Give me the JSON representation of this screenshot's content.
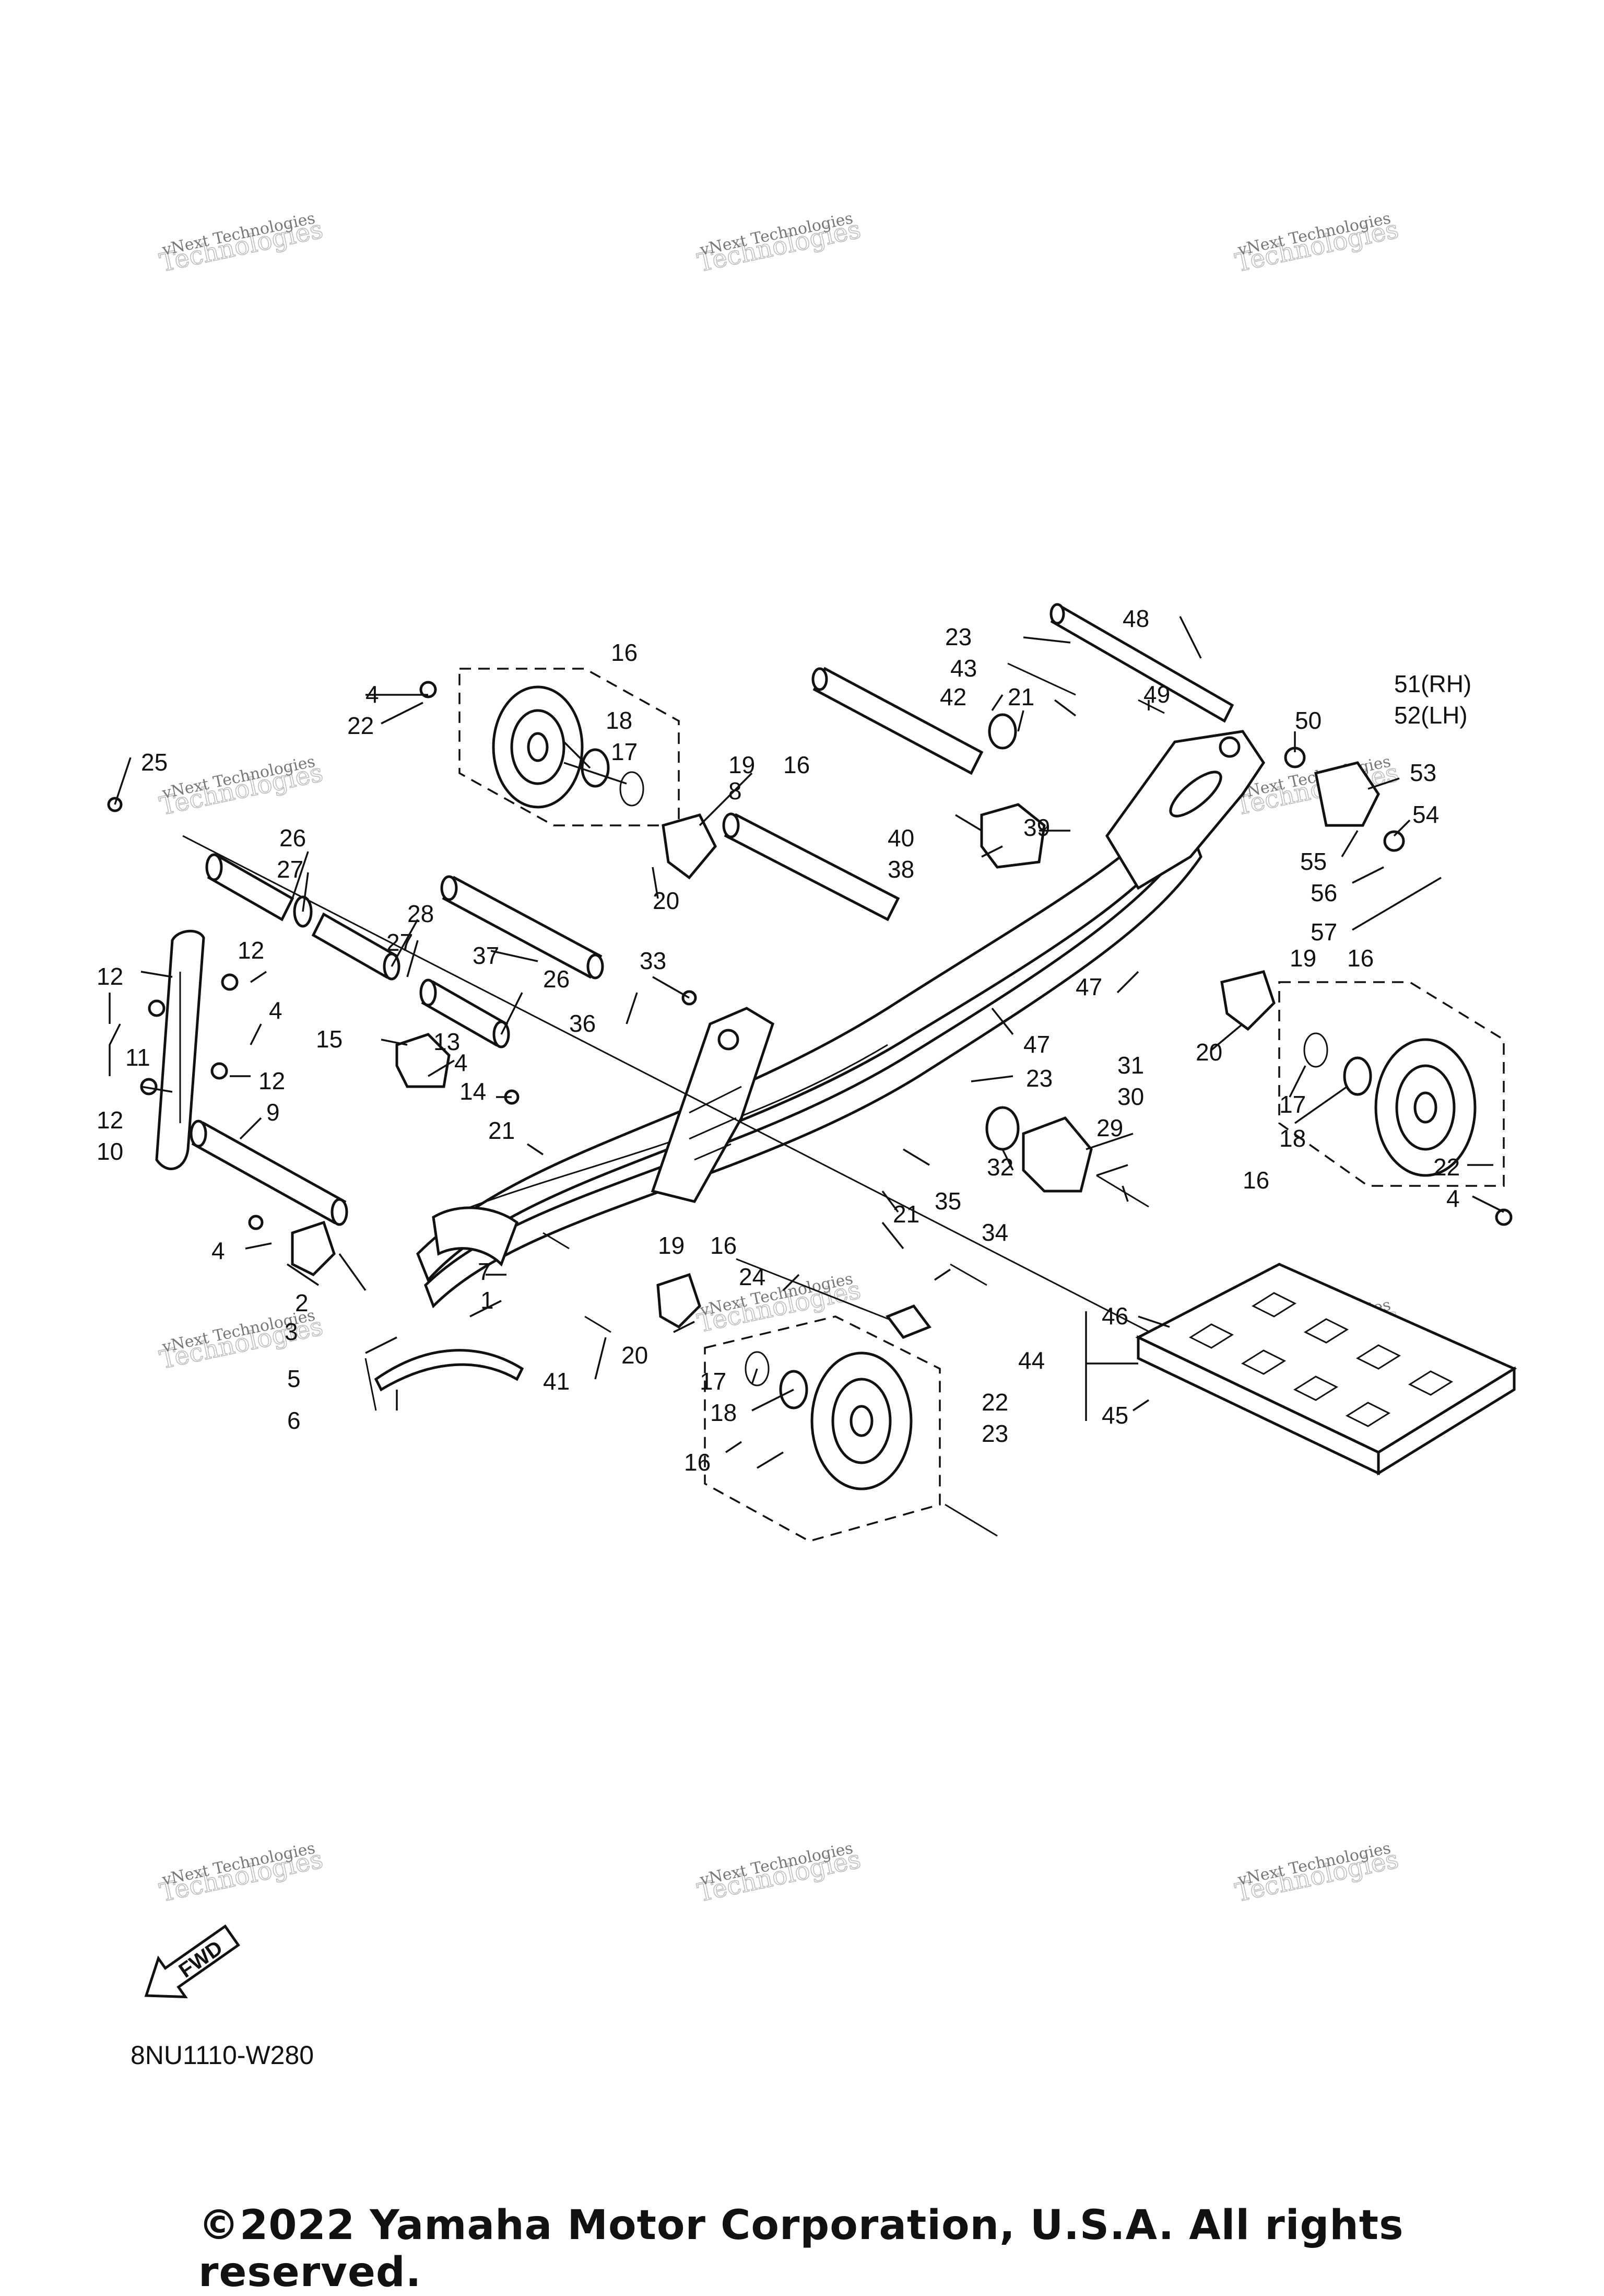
{
  "diagram": {
    "code": "8NU1110-W280",
    "copyright": "©2022 Yamaha Motor Corporation, U.S.A. All rights reserved.",
    "fwd_label": "FWD",
    "watermark": {
      "line1": "vNext Technologies",
      "line2": "vNext",
      "line3": "Technologies"
    },
    "callouts": [
      "1",
      "2",
      "3",
      "4",
      "5",
      "6",
      "7",
      "8",
      "9",
      "10",
      "11",
      "12",
      "13",
      "14",
      "15",
      "16",
      "17",
      "18",
      "19",
      "20",
      "21",
      "22",
      "23",
      "24",
      "25",
      "26",
      "27",
      "28",
      "29",
      "30",
      "31",
      "32",
      "33",
      "34",
      "35",
      "36",
      "37",
      "38",
      "39",
      "40",
      "41",
      "42",
      "43",
      "44",
      "45",
      "46",
      "47",
      "48",
      "49",
      "50",
      "51(RH)",
      "52(LH)",
      "53",
      "54",
      "55",
      "56",
      "57"
    ]
  }
}
